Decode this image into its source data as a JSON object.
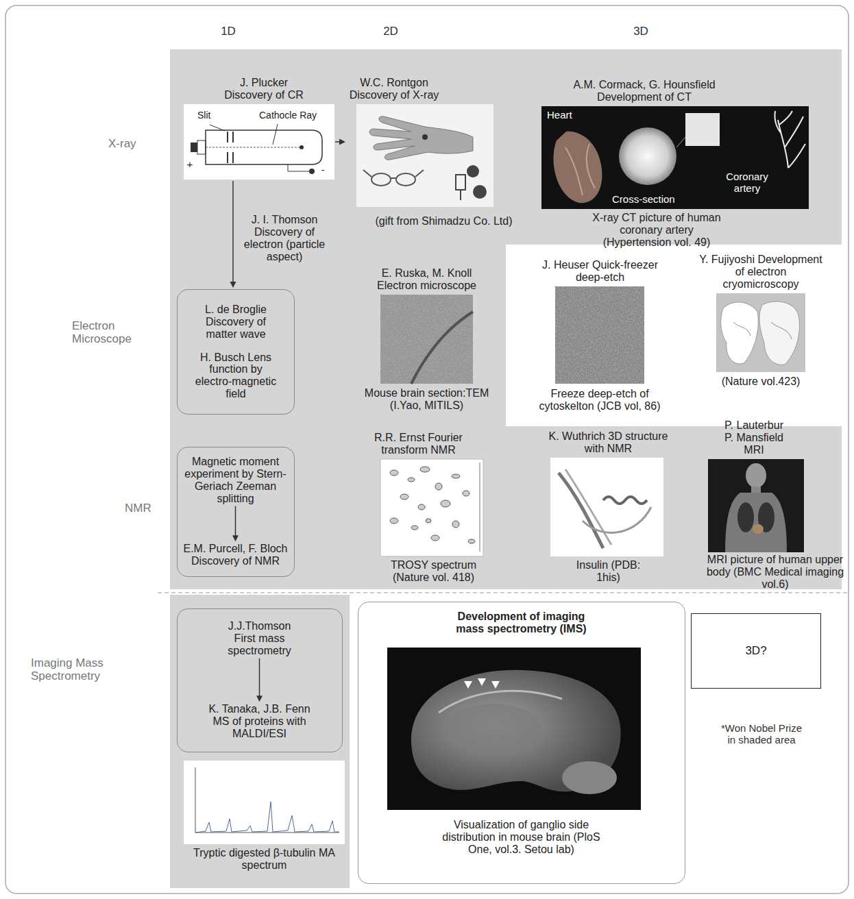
{
  "diagram": {
    "nodes": [
      {
        "text": [
          "J. Plucker Discovery of CR"
        ]
      },
      {
        "text": [
          "W.C. Rontgon Discovery of X-ray",
          "(gift from Shimadzu Co. Ltd)"
        ]
      },
      {
        "text": [
          "A.M. Cormack, G. Hounsfield Development of CT",
          "X-ray CT picture of human coronary artery (Hypertension vol. 49)"
        ]
      },
      {
        "text": [
          "L. de Broglie Discovery of matter wave",
          "H. Busch Lens function by electro-magnetic field"
        ]
      },
      {
        "text": [
          "E. Ruska, M. Knoll Electron microscope",
          "Mouse brain section:TEM (I.Yao, MITILS)"
        ]
      },
      {
        "text": [
          "J. Heuser Quick-freezer deep-etch",
          "Freeze deep-etch of cytoskelton (JCB vol, 86)"
        ]
      },
      {
        "text": [
          "Y. Fujiyoshi Development of electron cryomicroscopy",
          "(Nature vol.423)"
        ]
      },
      {
        "text": []
      },
      {
        "text": [
          "Magnetic moment experiment by Stern-Geriach Zeeman splitting"
        ],
        "in": 7
      },
      {
        "text": [
          "E.M. Purcell, F. Bloch Discovery of NMR"
        ],
        "in": 7
      },
      {
        "text": [
          "R.R. Ernst Fourier transform NMR",
          "TROSY spectrum (Nature vol. 418)"
        ]
      },
      {
        "text": [
          "K. Wuthrich 3D structure with NMR",
          "Insulin (PDB: 1his)"
        ]
      },
      {
        "text": [
          "P. Lauterbur P. Mansfield MRI",
          "MRI picture of human upper body (BMC Medical imaging vol.6)"
        ]
      },
      {
        "text": []
      },
      {
        "text": [
          "J.J.Thomson First mass spectrometry"
        ],
        "in": 13
      },
      {
        "text": [
          "K. Tanaka, J.B. Fenn MS of proteins with MALDI/ESI"
        ],
        "in": 13
      },
      {
        "text": [
          "Tryptic digested β-tubulin MA spectrum"
        ]
      },
      {
        "text": [
          "Development of imaging mass spectrometry (IMS)",
          "Visualization of ganglio side distribution in mouse brain (PloS One, vol.3. Setou lab)"
        ]
      },
      {
        "text": [
          "3D?"
        ]
      }
    ],
    "edges": [
      {
        "from": 0,
        "to": 1,
        "arrow": "to"
      },
      {
        "from": 0,
        "to": 3,
        "arrow": "to",
        "label": "J. I. Thomson Discovery of electron (particle aspect)"
      },
      {
        "from": 8,
        "to": 9,
        "arrow": "to"
      },
      {
        "from": 14,
        "to": 15,
        "arrow": "to"
      }
    ],
    "labels": [
      "1D",
      "2D",
      "3D",
      "X-ray",
      "Electron Microscope",
      "NMR",
      "Imaging Mass Spectrometry",
      "Slit",
      "Cathocle Ray",
      "+",
      "-",
      "Heart",
      "Cross-section",
      "Coronary artery",
      "*Won Nobel Prize in shaded area"
    ]
  }
}
